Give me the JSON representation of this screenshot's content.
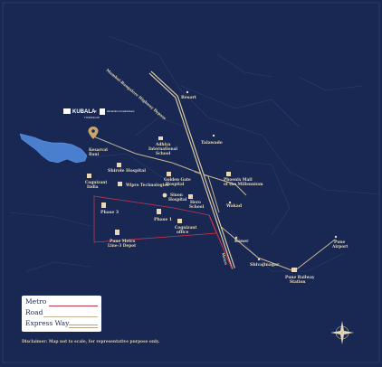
{
  "brand": {
    "name": "KUBALA",
    "partner_name": "Himanshu Constructions",
    "tagline": "TOWNSHIP"
  },
  "highways": {
    "mumbai_bypass": "Mumbai-Bangalore Highway Bypass",
    "metro": "Metro"
  },
  "landmarks": {
    "resort": "Resort",
    "adhiya": "Adhiya International School",
    "talawade": "Talawade",
    "xpressure": "Kesarvat Bani",
    "shirole": "Shirole Hospital",
    "golden_gate": "Golden Gate Hospital",
    "phoenix": "Phoenix Mall of the Millennium",
    "cognizant": "Cognizant India",
    "wipro": "Wipro Technologies",
    "sinon": "Sinon Hospital",
    "hero_school": "Hero School",
    "wakad": "Wakad",
    "phase3": "Phase 3",
    "phase1": "Phase 1",
    "cognizant_office": "Cognizant office",
    "pune_metro": "Pune Metro Line-3 Depot",
    "baner": "Baner",
    "shivajinagar": "Shivajinagar",
    "pune_airport": "Pune Airport",
    "pune_railway": "Pune Railway Station"
  },
  "legend": {
    "metro": "Metro",
    "road": "Road",
    "express_way": "Express Way"
  },
  "disclaimer": "Disclaimer: Map not to scale, for representative purpose only.",
  "colors": {
    "background": "#182852",
    "road": "#c9b596",
    "metro": "#b8324a",
    "expressway": "#d9c7a4",
    "lake": "#4a7fcf",
    "boundary": "#c8364a"
  },
  "icons": {
    "location_pin": "map-pin-icon",
    "compass": "compass-rose-icon",
    "hospital": "hospital-icon",
    "school": "school-icon",
    "office": "office-icon",
    "mall": "mall-icon",
    "metro": "metro-icon"
  }
}
